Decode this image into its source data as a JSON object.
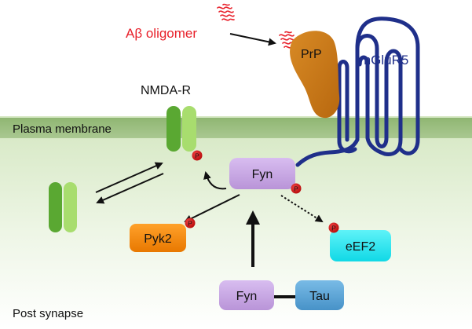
{
  "labels": {
    "ab_oligomer": "Aβ oligomer",
    "prp": "PrP",
    "mglur5": "mGluR5",
    "nmda_r": "NMDA-R",
    "plasma_membrane": "Plasma membrane",
    "post_synapse": "Post synapse",
    "fyn_active": "Fyn",
    "fyn_bound": "Fyn",
    "tau": "Tau",
    "pyk2": "Pyk2",
    "eef2": "eEF2",
    "phospho": "P"
  },
  "colors": {
    "ab_oligomer": "#e8202a",
    "mglur5": "#1f2f8a",
    "prp": "#c9781a",
    "membrane_band": "#9fbe82",
    "cytoplasm_top": "#d6e8c4",
    "nmda_dark": "#5aa832",
    "nmda_light": "#a8dd6e",
    "fyn": "#c8a8e0",
    "tau": "#5aa6d6",
    "pyk2": "#f08a10",
    "eef2": "#20e6f0",
    "phospho": "#d01818"
  },
  "icons": {
    "ab_oligomer": "squiggle-aggregate-icon",
    "phospho": "phosphate-dot-icon"
  }
}
